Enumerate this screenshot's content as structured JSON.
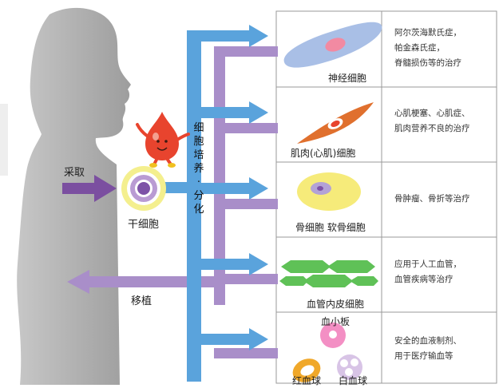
{
  "left": {
    "collect_label": "采取",
    "stem_cell_label": "干细胞",
    "transplant_label": "移植"
  },
  "process_vertical": {
    "chars": [
      "细",
      "胞",
      "培",
      "养",
      "·",
      "分",
      "化"
    ]
  },
  "table": {
    "rows": [
      {
        "cell_label": "神经细胞",
        "description": [
          "阿尔茨海默氏症，",
          "帕金森氏症，",
          "脊髓损伤等的治疗"
        ]
      },
      {
        "cell_label": "肌肉(心肌)细胞",
        "description": [
          "心肌梗塞、心肌症、",
          "肌肉营养不良的治疗"
        ]
      },
      {
        "cell_label": "骨细胞 软骨细胞",
        "description": [
          "骨肿瘤、骨折等治疗"
        ]
      },
      {
        "cell_label": "血管内皮细胞",
        "description": [
          "应用于人工血管，",
          "血管疾病等治疗"
        ]
      },
      {
        "cell_labels": [
          "血小板",
          "红血球",
          "白血球"
        ],
        "description": [
          "安全的血液制剂、",
          "用于医疗输血等"
        ]
      }
    ]
  },
  "colors": {
    "blue_arrow": "#5aa3dc",
    "purple_arrow": "#a98ec9",
    "purple_dark": "#7b4fa0",
    "silhouette": "#a9a9a9",
    "table_border": "#9a9a9a"
  }
}
